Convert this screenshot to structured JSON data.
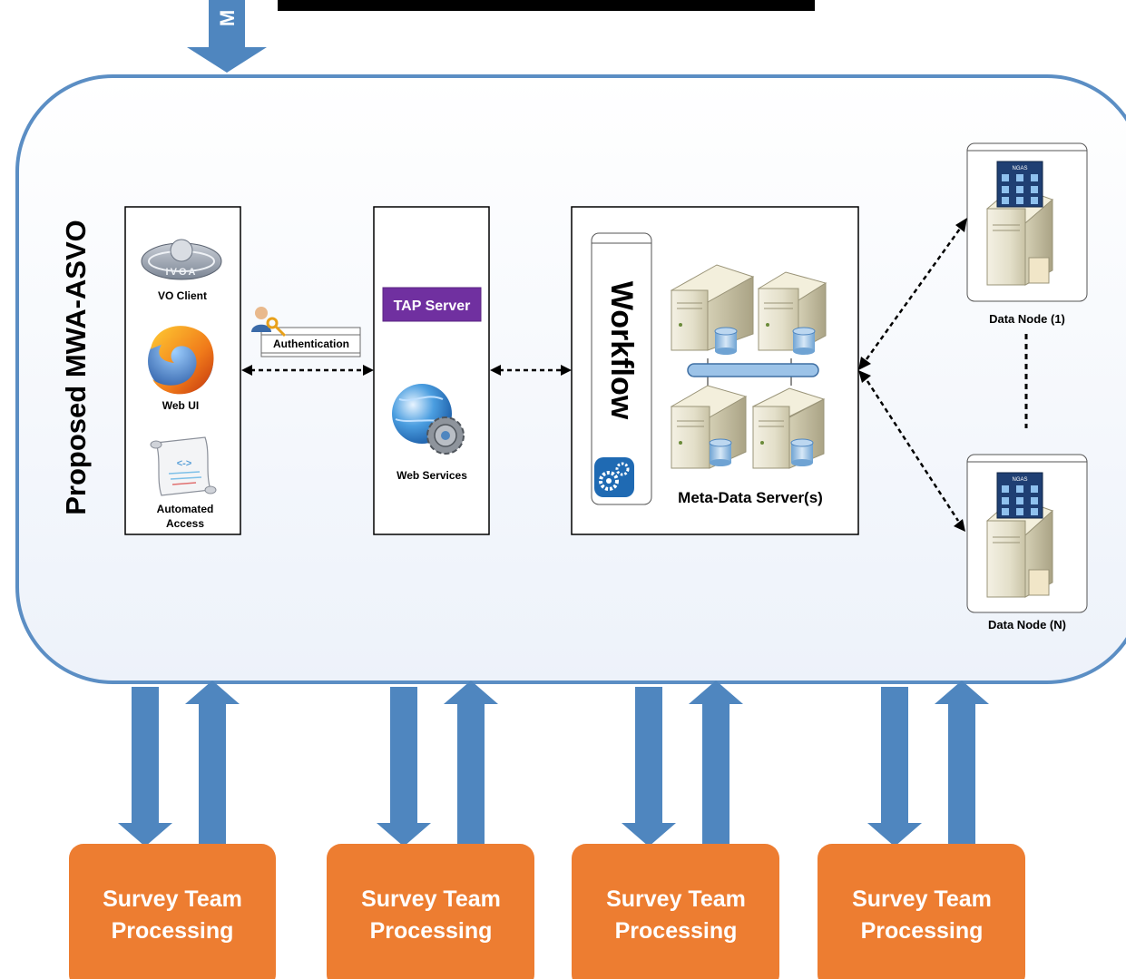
{
  "title": "Proposed MWA-ASVO",
  "top_arrow_label": "M",
  "client_box": {
    "items": [
      {
        "icon": "ivoa-logo-icon",
        "label": "VO Client"
      },
      {
        "icon": "firefox-icon",
        "label": "Web UI"
      },
      {
        "icon": "script-scroll-icon",
        "label_line1": "Automated",
        "label_line2": "Access"
      }
    ]
  },
  "authentication": {
    "icon": "user-key-icon",
    "label": "Authentication"
  },
  "services_box": {
    "tap_server_label": "TAP Server",
    "web_services_icon": "globe-gear-icon",
    "web_services_label": "Web Services"
  },
  "workflow_box": {
    "workflow_label": "Workflow",
    "workflow_icon": "gears-icon",
    "metadata_label": "Meta-Data Server(s)"
  },
  "data_nodes": [
    {
      "label": "Data Node (1)",
      "badge": "NGAS"
    },
    {
      "label": "Data Node (N)",
      "badge": "NGAS"
    }
  ],
  "survey_teams": [
    {
      "line1": "Survey Team",
      "line2": "Processing"
    },
    {
      "line1": "Survey Team",
      "line2": "Processing"
    },
    {
      "line1": "Survey Team",
      "line2": "Processing"
    },
    {
      "line1": "Survey Team",
      "line2": "Processing"
    }
  ],
  "colors": {
    "container_stroke": "#5b8ec4",
    "arrow_blue": "#4f86bf",
    "survey_orange": "#ed7d31",
    "tap_purple": "#7030a0"
  }
}
